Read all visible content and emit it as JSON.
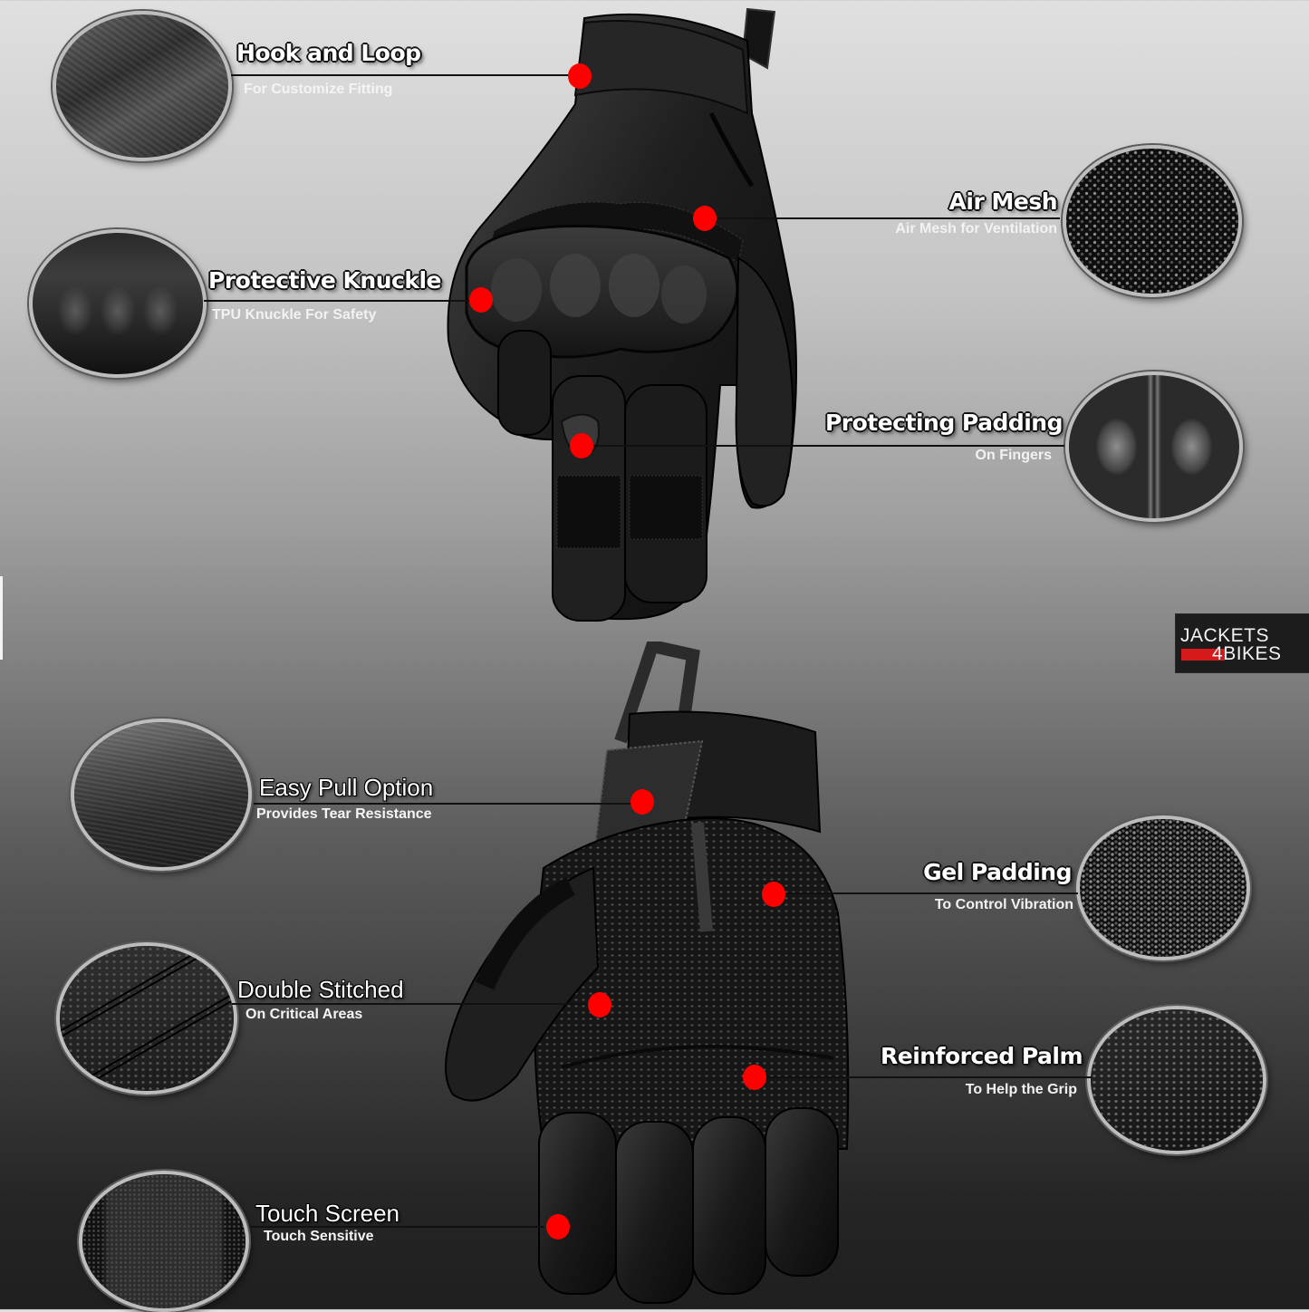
{
  "brand": {
    "line1": "JACKETS",
    "number": "4",
    "line2": "BIKES",
    "accent_color": "#d41a1a"
  },
  "marker_color": "#ff0000",
  "callouts": [
    {
      "id": "hook-and-loop",
      "title": "Hook and Loop",
      "subtitle": "For Customize Fitting",
      "side": "left",
      "glove": "back"
    },
    {
      "id": "air-mesh",
      "title": "Air Mesh",
      "subtitle": "Air Mesh for Ventilation",
      "side": "right",
      "glove": "back"
    },
    {
      "id": "protective-knuckle",
      "title": "Protective Knuckle",
      "subtitle": "TPU Knuckle For Safety",
      "side": "left",
      "glove": "back"
    },
    {
      "id": "protecting-padding",
      "title": "Protecting Padding",
      "subtitle": "On Fingers",
      "side": "right",
      "glove": "back"
    },
    {
      "id": "easy-pull",
      "title": "Easy Pull Option",
      "subtitle": "Provides Tear Resistance",
      "side": "left",
      "glove": "palm"
    },
    {
      "id": "gel-padding",
      "title": "Gel Padding",
      "subtitle": "To Control Vibration",
      "side": "right",
      "glove": "palm"
    },
    {
      "id": "double-stitched",
      "title": "Double Stitched",
      "subtitle": "On Critical Areas",
      "side": "left",
      "glove": "palm"
    },
    {
      "id": "reinforced-palm",
      "title": "Reinforced Palm",
      "subtitle": "To Help the Grip",
      "side": "right",
      "glove": "palm"
    },
    {
      "id": "touch-screen",
      "title": "Touch Screen",
      "subtitle": "Touch Sensitive",
      "side": "left",
      "glove": "palm"
    }
  ],
  "images": {
    "back_glove": "black leather glove, back of hand view",
    "palm_glove": "black leather glove, palm view"
  }
}
